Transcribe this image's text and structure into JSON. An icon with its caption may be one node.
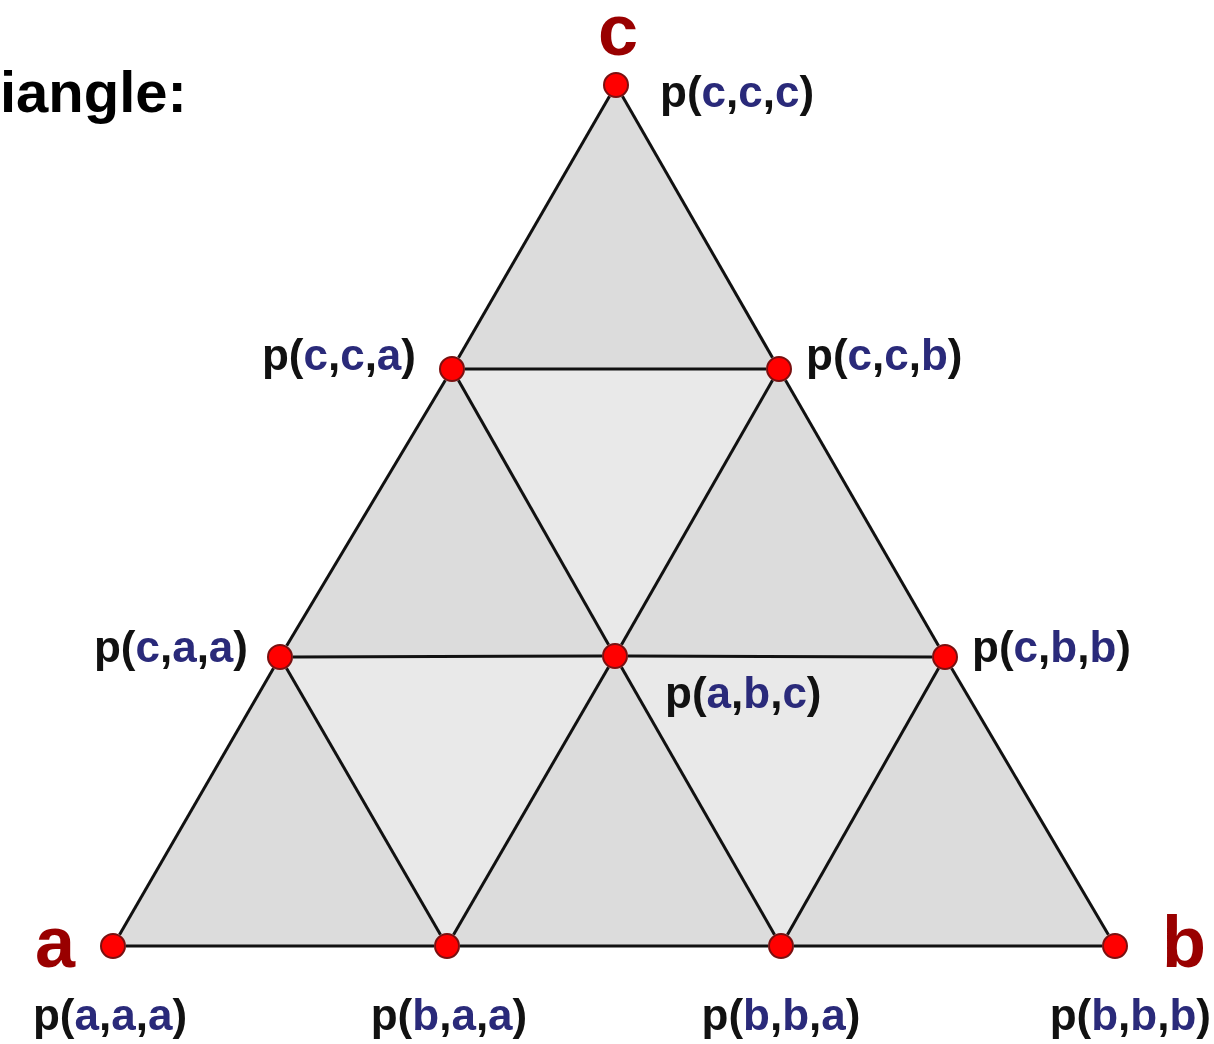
{
  "diagram": {
    "nodes": [
      {
        "text": [],
        "shape": "circle",
        "beside": [
          "p(c,c,c)"
        ]
      },
      {
        "text": [],
        "shape": "circle",
        "beside": [
          "p(c,c,a)"
        ]
      },
      {
        "text": [],
        "shape": "circle",
        "beside": [
          "p(c,c,b)"
        ]
      },
      {
        "text": [],
        "shape": "circle",
        "beside": [
          "p(c,a,a)"
        ]
      },
      {
        "text": [],
        "shape": "circle",
        "beside": [
          "p(a,b,c)"
        ]
      },
      {
        "text": [],
        "shape": "circle",
        "beside": [
          "p(c,b,b)"
        ]
      },
      {
        "text": [],
        "shape": "circle",
        "beside": [
          "p(a,a,a)"
        ]
      },
      {
        "text": [],
        "shape": "circle",
        "beside": [
          "p(b,a,a)"
        ]
      },
      {
        "text": [],
        "shape": "circle",
        "beside": [
          "p(b,b,a)"
        ]
      },
      {
        "text": [],
        "shape": "circle",
        "beside": [
          "p(b,b,b)"
        ]
      }
    ],
    "edges": [
      {
        "from": 0,
        "to": 1,
        "arrow": "none"
      },
      {
        "from": 0,
        "to": 2,
        "arrow": "none"
      },
      {
        "from": 1,
        "to": 2,
        "arrow": "none"
      },
      {
        "from": 1,
        "to": 3,
        "arrow": "none"
      },
      {
        "from": 1,
        "to": 4,
        "arrow": "none"
      },
      {
        "from": 2,
        "to": 4,
        "arrow": "none"
      },
      {
        "from": 2,
        "to": 5,
        "arrow": "none"
      },
      {
        "from": 3,
        "to": 4,
        "arrow": "none"
      },
      {
        "from": 4,
        "to": 5,
        "arrow": "none"
      },
      {
        "from": 3,
        "to": 6,
        "arrow": "none"
      },
      {
        "from": 3,
        "to": 7,
        "arrow": "none"
      },
      {
        "from": 4,
        "to": 7,
        "arrow": "none"
      },
      {
        "from": 4,
        "to": 8,
        "arrow": "none"
      },
      {
        "from": 5,
        "to": 8,
        "arrow": "none"
      },
      {
        "from": 5,
        "to": 9,
        "arrow": "none"
      },
      {
        "from": 6,
        "to": 7,
        "arrow": "none"
      },
      {
        "from": 7,
        "to": 8,
        "arrow": "none"
      },
      {
        "from": 8,
        "to": 9,
        "arrow": "none"
      }
    ],
    "labels": [
      "iangle:",
      "c",
      "a",
      "b"
    ]
  }
}
